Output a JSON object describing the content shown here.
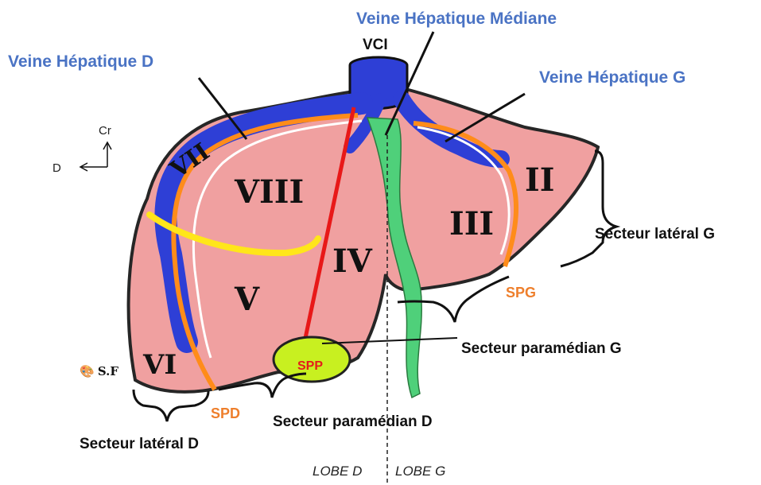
{
  "labels": {
    "vhm": "Veine Hépatique Médiane",
    "vhd": "Veine Hépatique D",
    "vhg": "Veine Hépatique G",
    "vci": "VCI",
    "cr": "Cr",
    "d": "D",
    "spg": "SPG",
    "spd": "SPD",
    "spp": "SPP",
    "sf": "S.F",
    "lobe_d": "LOBE D",
    "lobe_g": "LOBE G",
    "secteur_lateral_g": "Secteur latéral G",
    "secteur_paramedian_g": "Secteur paramédian G",
    "secteur_paramedian_d": "Secteur paramédian D",
    "secteur_lateral_d": "Secteur latéral D"
  },
  "segments": [
    "II",
    "III",
    "IV",
    "V",
    "VI",
    "VII",
    "VIII"
  ],
  "colors": {
    "liver": "#f0a0a0",
    "vein": "#2e3fd6",
    "portal_border": "#ff8c1a",
    "fissure_yellow": "#ffe61a",
    "ligament_green": "#4fd07a",
    "gallbladder": "#c8f020",
    "red_line": "#e81818"
  }
}
